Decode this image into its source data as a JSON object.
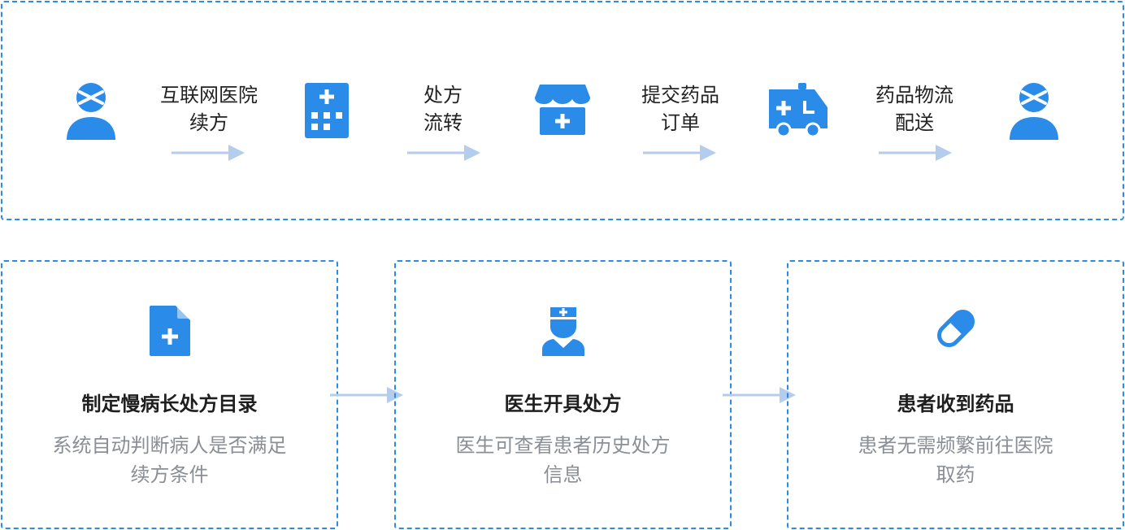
{
  "flow": {
    "steps": [
      {
        "icon": "patient-icon"
      },
      {
        "icon": "hospital-icon"
      },
      {
        "icon": "pharmacy-icon"
      },
      {
        "icon": "ambulance-icon"
      },
      {
        "icon": "patient-icon"
      }
    ],
    "labels": [
      {
        "line1": "互联网医院",
        "line2": "续方"
      },
      {
        "line1": "处方",
        "line2": "流转"
      },
      {
        "line1": "提交药品",
        "line2": "订单"
      },
      {
        "line1": "药品物流",
        "line2": "配送"
      }
    ]
  },
  "cards": [
    {
      "icon": "prescription-document-icon",
      "title": "制定慢病长处方目录",
      "desc_line1": "系统自动判断病人是否满足",
      "desc_line2": "续方条件"
    },
    {
      "icon": "doctor-icon",
      "title": "医生开具处方",
      "desc_line1": "医生可查看患者历史处方",
      "desc_line2": "信息"
    },
    {
      "icon": "pill-icon",
      "title": "患者收到药品",
      "desc_line1": "患者无需频繁前往医院",
      "desc_line2": "取药"
    }
  ],
  "colors": {
    "accent": "#2a8be8",
    "arrow": "#b4cdec",
    "title_text": "#1e1e1e",
    "desc_text": "#8a8f96"
  }
}
